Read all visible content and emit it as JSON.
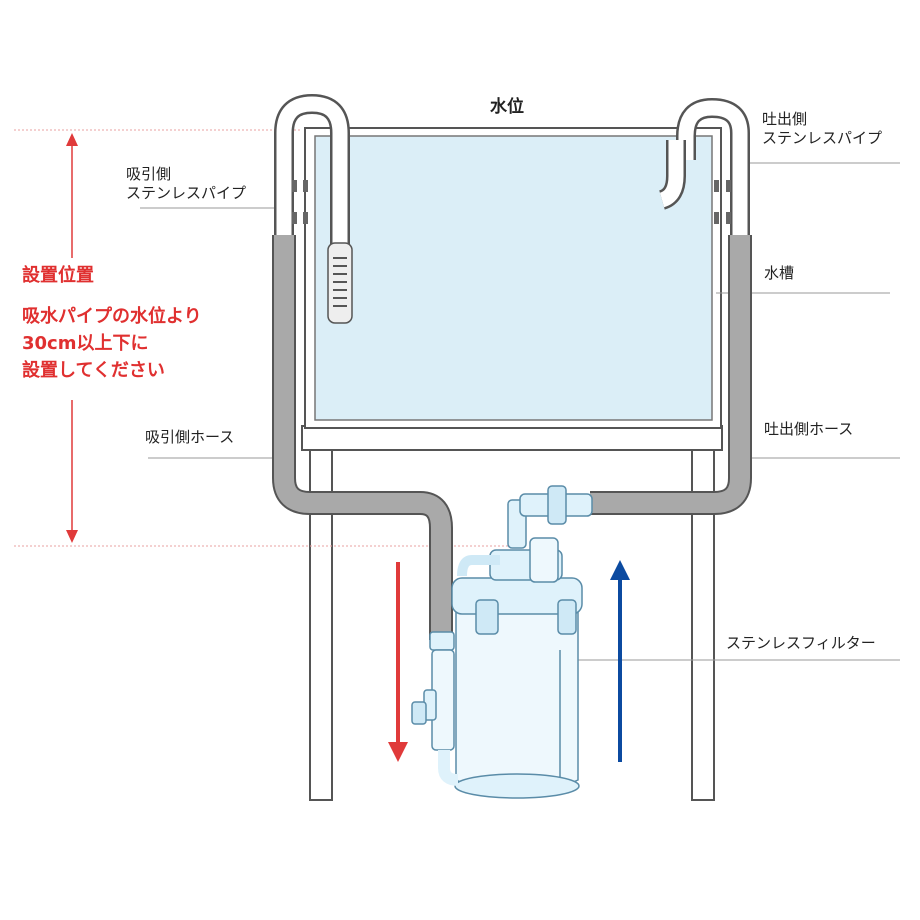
{
  "labels": {
    "water_level": "水位",
    "outlet_pipe_line1": "吐出側",
    "outlet_pipe_line2": "ステンレスパイプ",
    "inlet_pipe_line1": "吸引側",
    "inlet_pipe_line2": "ステンレスパイプ",
    "tank": "水槽",
    "inlet_hose": "吸引側ホース",
    "outlet_hose": "吐出側ホース",
    "filter": "ステンレスフィルター"
  },
  "note": {
    "heading": "設置位置",
    "line1": "吸水パイプの水位より",
    "line2": "30cm以上下に",
    "line3": "設置してください"
  },
  "colors": {
    "water": "#dbeef7",
    "pipe_gray": "#a9a9a9",
    "outline": "#555555",
    "guide_line": "#e9a0a0",
    "red_arrow": "#e03a3a",
    "blue_arrow": "#0b4aa0",
    "note_text": "#e03030",
    "filter_body": "#eef8fd"
  }
}
